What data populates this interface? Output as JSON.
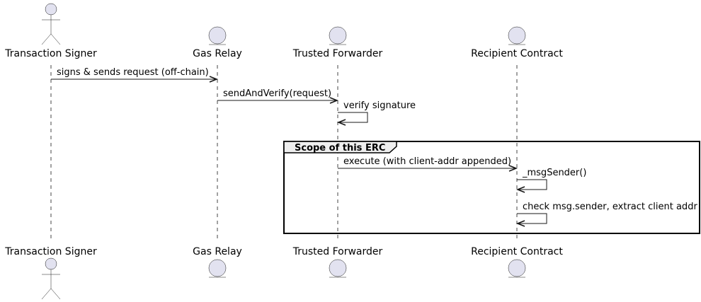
{
  "participants": [
    {
      "name": "Transaction Signer",
      "kind": "actor"
    },
    {
      "name": "Gas Relay",
      "kind": "entity"
    },
    {
      "name": "Trusted Forwarder",
      "kind": "entity"
    },
    {
      "name": "Recipient Contract",
      "kind": "entity"
    }
  ],
  "messages": [
    {
      "from": "Transaction Signer",
      "to": "Gas Relay",
      "label": "signs & sends request (off-chain)"
    },
    {
      "from": "Gas Relay",
      "to": "Trusted Forwarder",
      "label": "sendAndVerify(request)"
    },
    {
      "from": "Trusted Forwarder",
      "to": "Trusted Forwarder",
      "label": "verify signature"
    },
    {
      "from": "Trusted Forwarder",
      "to": "Recipient Contract",
      "label": "execute (with client-addr appended)"
    },
    {
      "from": "Recipient Contract",
      "to": "Recipient Contract",
      "label": "_msgSender()"
    },
    {
      "from": "Recipient Contract",
      "to": "Recipient Contract",
      "label": "check msg.sender, extract client addr"
    }
  ],
  "group": {
    "label": "Scope of this ERC"
  },
  "colors": {
    "head_fill": "#E2E2F0",
    "head_stroke": "#181818",
    "lifeline": "#181818",
    "line": "#181818"
  }
}
